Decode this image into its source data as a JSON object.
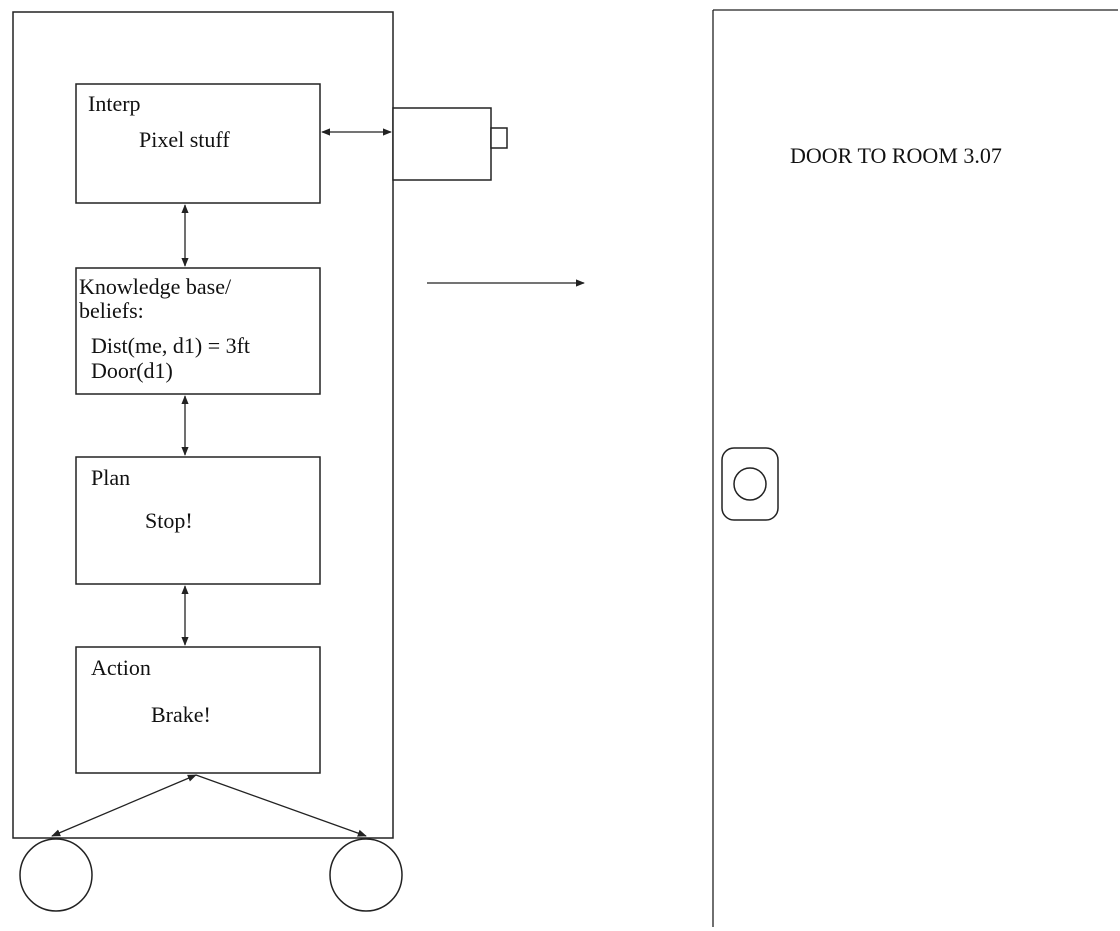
{
  "robot": {
    "modules": [
      {
        "title": "Interp",
        "lines": [
          "Pixel stuff"
        ]
      },
      {
        "title": "Knowledge base/",
        "lines": [
          "beliefs:",
          "Dist(me, d1) = 3ft",
          "Door(d1)"
        ]
      },
      {
        "title": "Plan",
        "lines": [
          "Stop!"
        ]
      },
      {
        "title": "Action",
        "lines": [
          "Brake!"
        ]
      }
    ]
  },
  "door": {
    "sign": "DOOR TO ROOM 3.07"
  },
  "colors": {
    "line": "#222222",
    "background": "#ffffff"
  },
  "icons": [
    "camera-icon",
    "door-knob-icon",
    "wheel-icon"
  ]
}
